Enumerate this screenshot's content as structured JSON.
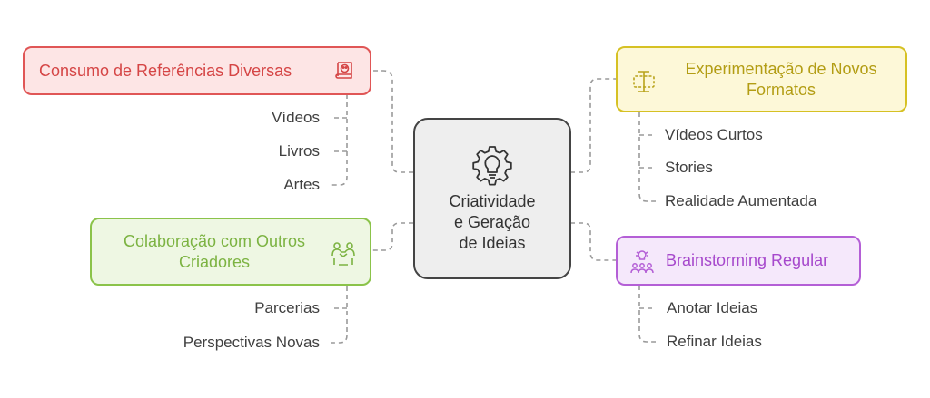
{
  "center": {
    "line1": "Criatividade",
    "line2": "e Geração",
    "line3": "de Ideias",
    "icon": "gear-lightbulb-icon"
  },
  "branches": {
    "top_left": {
      "label": "Consumo de Referências Diversas",
      "icon": "book-palette-icon",
      "color": "#e05656",
      "fill": "#fde5e5",
      "children": [
        "Vídeos",
        "Livros",
        "Artes"
      ]
    },
    "top_right": {
      "line1": "Experimentação de Novos",
      "line2": "Formatos",
      "icon": "format-shapes-icon",
      "color": "#c9b320",
      "fill": "#fdf8d8",
      "children": [
        "Vídeos Curtos",
        "Stories",
        "Realidade Aumentada"
      ]
    },
    "bottom_left": {
      "line1": "Colaboração com Outros",
      "line2": "Criadores",
      "icon": "handshake-people-icon",
      "color": "#8bc34a",
      "fill": "#eef7e3",
      "children": [
        "Parcerias",
        "Perspectivas Novas"
      ]
    },
    "bottom_right": {
      "label": "Brainstorming Regular",
      "icon": "group-idea-icon",
      "color": "#b45fd6",
      "fill": "#f5e8fb",
      "children": [
        "Anotar Ideias",
        "Refinar Ideias"
      ]
    }
  }
}
